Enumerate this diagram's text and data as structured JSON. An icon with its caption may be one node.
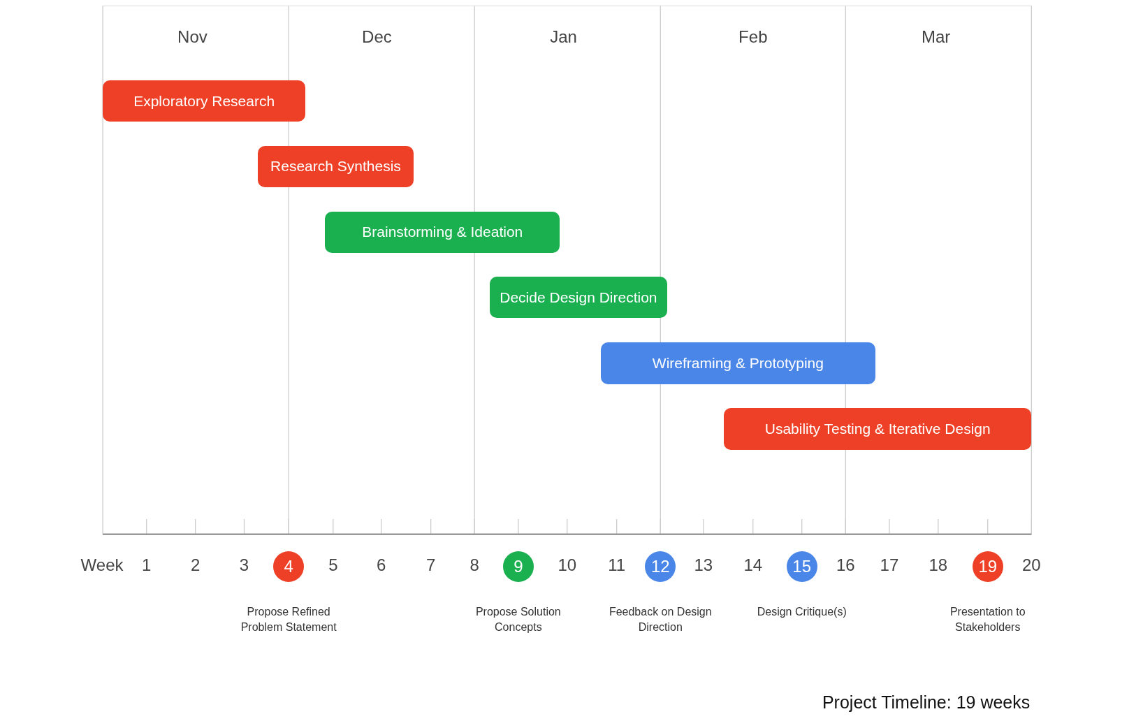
{
  "diagram": {
    "caption": "Project Timeline: 19 weeks",
    "nodes": [
      {
        "text": [
          "Exploratory Research"
        ]
      },
      {
        "text": [
          "Research Synthesis"
        ]
      },
      {
        "text": [
          "Brainstorming & Ideation"
        ]
      },
      {
        "text": [
          "Decide Design Direction"
        ]
      },
      {
        "text": [
          "Wireframing & Prototyping"
        ]
      },
      {
        "text": [
          "Usability Testing & Iterative Design"
        ]
      },
      {
        "text": [
          "4"
        ],
        "beside": [
          "Propose Refined Problem Statement"
        ]
      },
      {
        "text": [
          "9"
        ],
        "beside": [
          "Propose Solution Concepts"
        ]
      },
      {
        "text": [
          "12"
        ],
        "beside": [
          "Feedback on Design Direction"
        ]
      },
      {
        "text": [
          "15"
        ],
        "beside": [
          "Design Critique(s)"
        ]
      },
      {
        "text": [
          "19"
        ],
        "beside": [
          "Presentation to Stakeholders"
        ]
      }
    ],
    "labels": [
      "Nov",
      "Dec",
      "Jan",
      "Feb",
      "Mar",
      "Week",
      "1",
      "2",
      "3",
      "5",
      "6",
      "7",
      "8",
      "10",
      "11",
      "13",
      "14",
      "16",
      "17",
      "18",
      "20"
    ]
  }
}
